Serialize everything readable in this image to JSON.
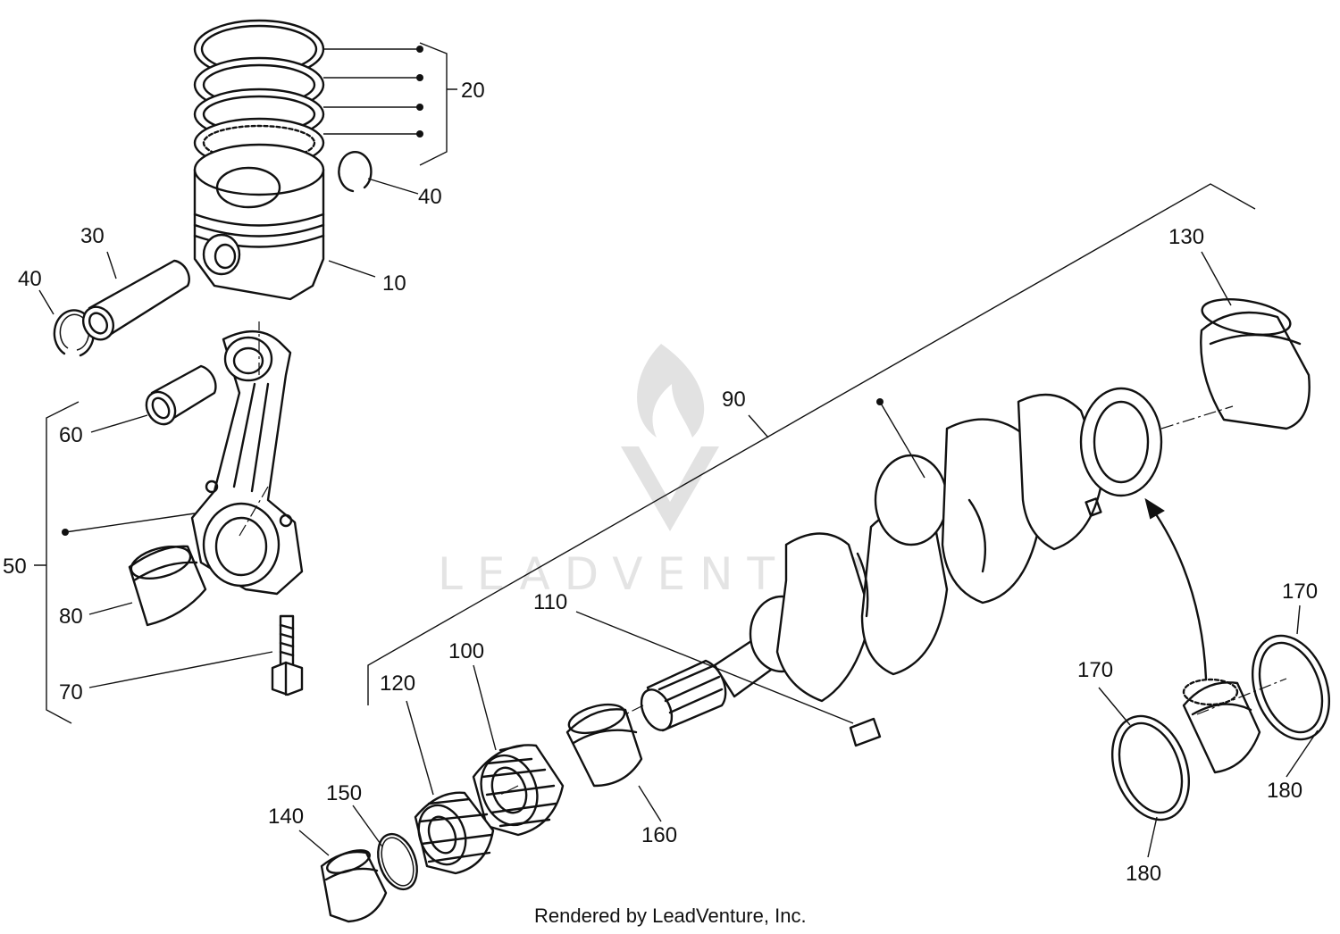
{
  "callouts": {
    "c10": "10",
    "c20": "20",
    "c30": "30",
    "c40a": "40",
    "c40b": "40",
    "c50": "50",
    "c60": "60",
    "c70": "70",
    "c80": "80",
    "c90": "90",
    "c100": "100",
    "c110": "110",
    "c120": "120",
    "c130": "130",
    "c140": "140",
    "c150": "150",
    "c160": "160",
    "c170a": "170",
    "c170b": "170",
    "c180a": "180",
    "c180b": "180"
  },
  "watermark": "LEADVENTURE",
  "footer": "Rendered by LeadVenture, Inc."
}
